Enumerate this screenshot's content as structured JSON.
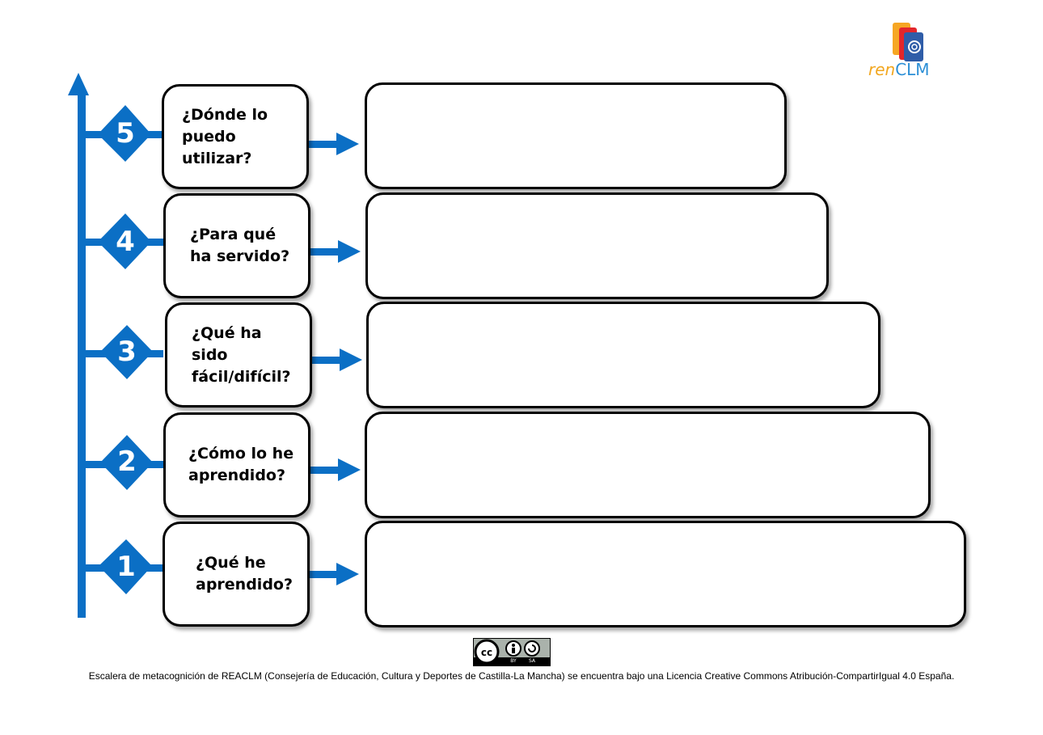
{
  "logo": {
    "name": "reaCLM-logo",
    "text_ren": "ren",
    "text_clm": "CLM",
    "colors": [
      "#f6a623",
      "#e3262b",
      "#2f5da8"
    ]
  },
  "steps": [
    {
      "number": "5",
      "question": "¿Dónde lo puedo utilizar?"
    },
    {
      "number": "4",
      "question": "¿Para qué ha servido?"
    },
    {
      "number": "3",
      "question": "¿Qué ha sido fácil/difícil?"
    },
    {
      "number": "2",
      "question": "¿Cómo lo he aprendido?"
    },
    {
      "number": "1",
      "question": "¿Qué he aprendido?"
    }
  ],
  "license": {
    "badge": "cc-by-sa-icon",
    "badge_labels": [
      "BY",
      "SA"
    ],
    "text": "Escalera de metacognición de REACLM (Consejería de Educación, Cultura y Deportes de Castilla-La Mancha) se encuentra bajo una Licencia Creative Commons Atribución-CompartirIgual 4.0 España."
  },
  "colors": {
    "accent": "#0b6fc5",
    "border": "#000000"
  }
}
